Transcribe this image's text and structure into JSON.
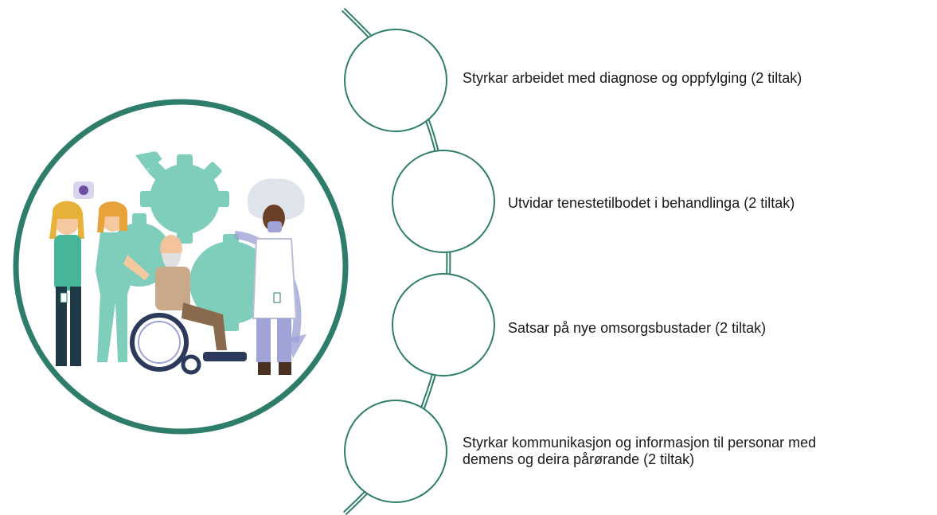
{
  "colors": {
    "accent": "#2e7d6a",
    "illustration_teal": "#7fcdbb",
    "illustration_purple": "#9fa3d6",
    "text": "#1a1a1a",
    "background": "#ffffff"
  },
  "illustration": {
    "description_icon": "care-team-illustration-icon"
  },
  "items": [
    {
      "label": "Styrkar arbeidet med diagnose og oppfylging (2 tiltak)"
    },
    {
      "label": "Utvidar tenestetilbodet i behandlinga (2 tiltak)"
    },
    {
      "label": "Satsar på nye omsorgsbustader (2 tiltak)"
    },
    {
      "label": "Styrkar kommunikasjon og informasjon til personar med\ndemens og deira pårørande (2 tiltak)"
    }
  ]
}
